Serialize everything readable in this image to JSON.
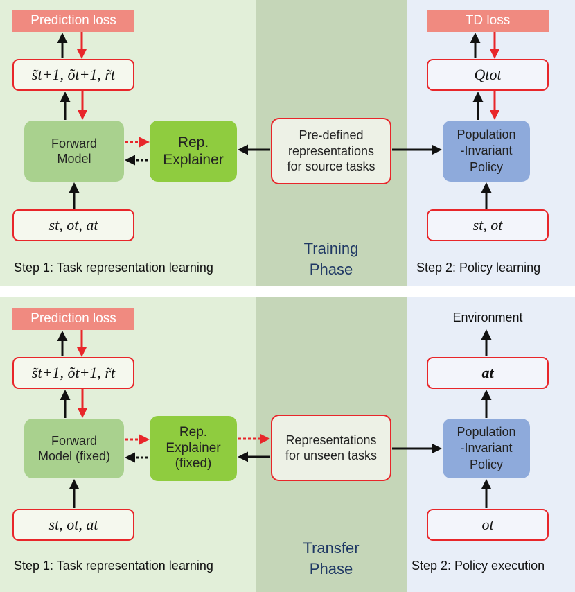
{
  "colors": {
    "green_panel": "#e2efd9",
    "center_panel": "#c5d6b8",
    "blue_panel": "#e8eef8",
    "loss_fill": "#f08a80",
    "border_red": "#e8262a",
    "model_green": "#a9d18e",
    "explainer_green": "#8fcc3f",
    "policy_blue": "#8eaadb",
    "phase_text": "#1f3864"
  },
  "training": {
    "prediction_loss": "Prediction loss",
    "predicted_next": "s̃t+1, õt+1, r̃t",
    "forward_model": "Forward\nModel",
    "explainer": "Rep.\nExplainer",
    "input": "st, ot, at",
    "step1_caption": "Step 1: Task representation learning",
    "phase_label": "Training\nPhase",
    "representations": "Pre-defined\nrepresentations\nfor source tasks",
    "td_loss": "TD loss",
    "q_tot": "Qtot",
    "policy": "Population\n-Invariant\nPolicy",
    "policy_input": "st, ot",
    "step2_caption": "Step 2: Policy learning"
  },
  "transfer": {
    "prediction_loss": "Prediction loss",
    "predicted_next": "s̃t+1, õt+1, r̃t",
    "forward_model": "Forward\nModel (fixed)",
    "explainer": "Rep.\nExplainer\n(fixed)",
    "input": "st, ot, at",
    "step1_caption": "Step 1: Task representation learning",
    "phase_label": "Transfer\nPhase",
    "representations": "Representations\nfor unseen tasks",
    "environment": "Environment",
    "action": "at",
    "policy": "Population\n-Invariant\nPolicy",
    "policy_input": "ot",
    "step2_caption": "Step 2: Policy execution"
  }
}
